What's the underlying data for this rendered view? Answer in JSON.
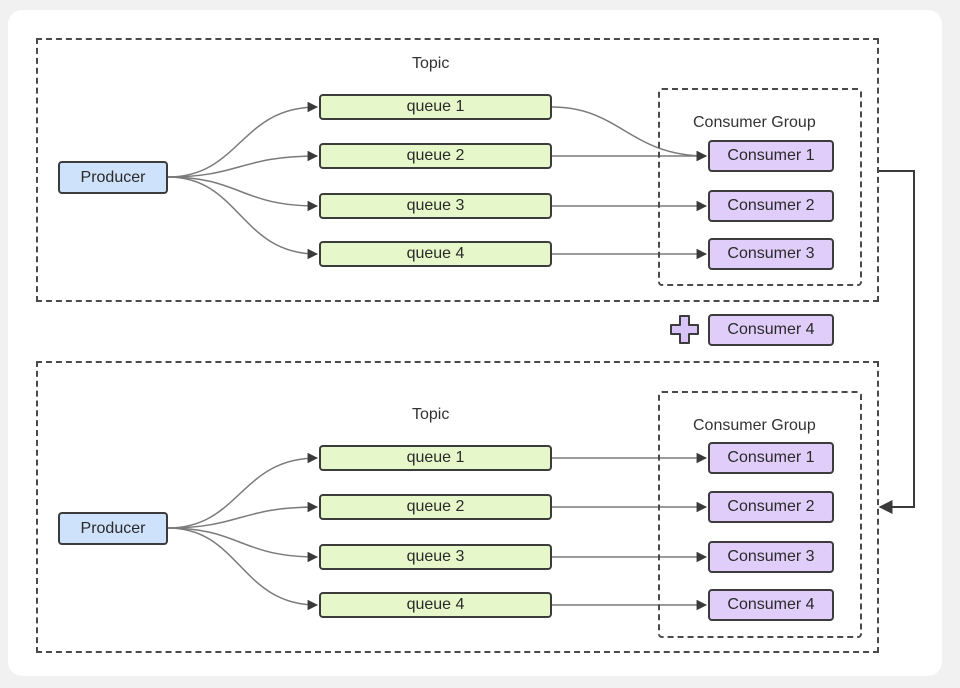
{
  "upper": {
    "topic_label": "Topic",
    "group_label": "Consumer Group",
    "producer": "Producer",
    "queues": [
      "queue 1",
      "queue 2",
      "queue 3",
      "queue 4"
    ],
    "consumers": [
      "Consumer 1",
      "Consumer 2",
      "Consumer 3"
    ]
  },
  "added": {
    "consumer": "Consumer 4",
    "icon": "plus-icon"
  },
  "lower": {
    "topic_label": "Topic",
    "group_label": "Consumer Group",
    "producer": "Producer",
    "queues": [
      "queue 1",
      "queue 2",
      "queue 3",
      "queue 4"
    ],
    "consumers": [
      "Consumer 1",
      "Consumer 2",
      "Consumer 3",
      "Consumer 4"
    ]
  },
  "colors": {
    "producer": "#cfe2fb",
    "queue": "#e6f8c9",
    "consumer": "#e0cdfa",
    "plus": "#d9c4f7",
    "line": "#7a7a7a"
  }
}
